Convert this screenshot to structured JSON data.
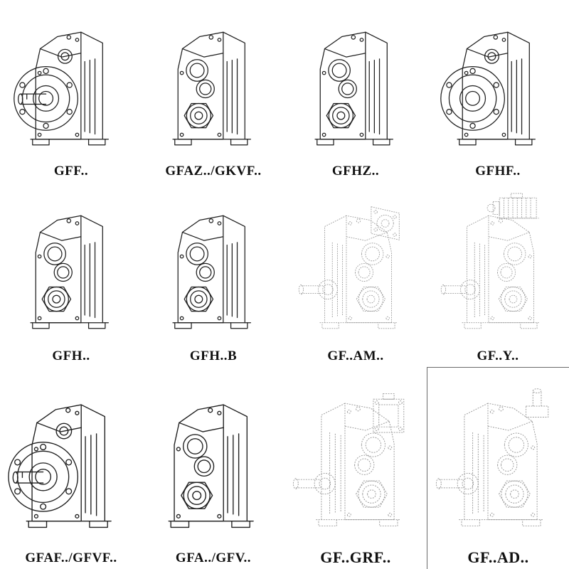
{
  "page": {
    "kind": "gear-unit-type-catalog",
    "colors": {
      "background": "#ffffff",
      "ink": "#1f1f1f",
      "phantom": "#9b9b9b"
    }
  },
  "grid": {
    "rows": 3,
    "cols": 4,
    "items": [
      {
        "label": "GFF..",
        "icon": "gearbox-flange-shaft-icon",
        "style": "solid"
      },
      {
        "label": "GFAZ../GKVF..",
        "icon": "gearbox-hollow-bore-icon",
        "style": "solid"
      },
      {
        "label": "GFHZ..",
        "icon": "gearbox-hollow-bore-icon",
        "style": "solid"
      },
      {
        "label": "GFHF..",
        "icon": "gearbox-flange-icon",
        "style": "solid"
      },
      {
        "label": "GFH..",
        "icon": "gearbox-hollow-bore-icon",
        "style": "solid"
      },
      {
        "label": "GFH..B",
        "icon": "gearbox-hollow-bore-icon",
        "style": "solid"
      },
      {
        "label": "GF..AM..",
        "icon": "gearbox-phantom-top-flange-icon",
        "style": "phantom"
      },
      {
        "label": "GF..Y..",
        "icon": "gearbox-phantom-motor-icon",
        "style": "phantom"
      },
      {
        "label": "GFAF../GFVF..",
        "icon": "gearbox-flange-shaft-icon",
        "style": "solid"
      },
      {
        "label": "GFA../GFV..",
        "icon": "gearbox-hollow-bore-icon",
        "style": "solid"
      },
      {
        "label": "GF..GRF..",
        "icon": "gearbox-phantom-adapter-icon",
        "style": "phantom"
      },
      {
        "label": "GF..AD..",
        "icon": "gearbox-phantom-input-stub-icon",
        "style": "phantom"
      }
    ]
  }
}
